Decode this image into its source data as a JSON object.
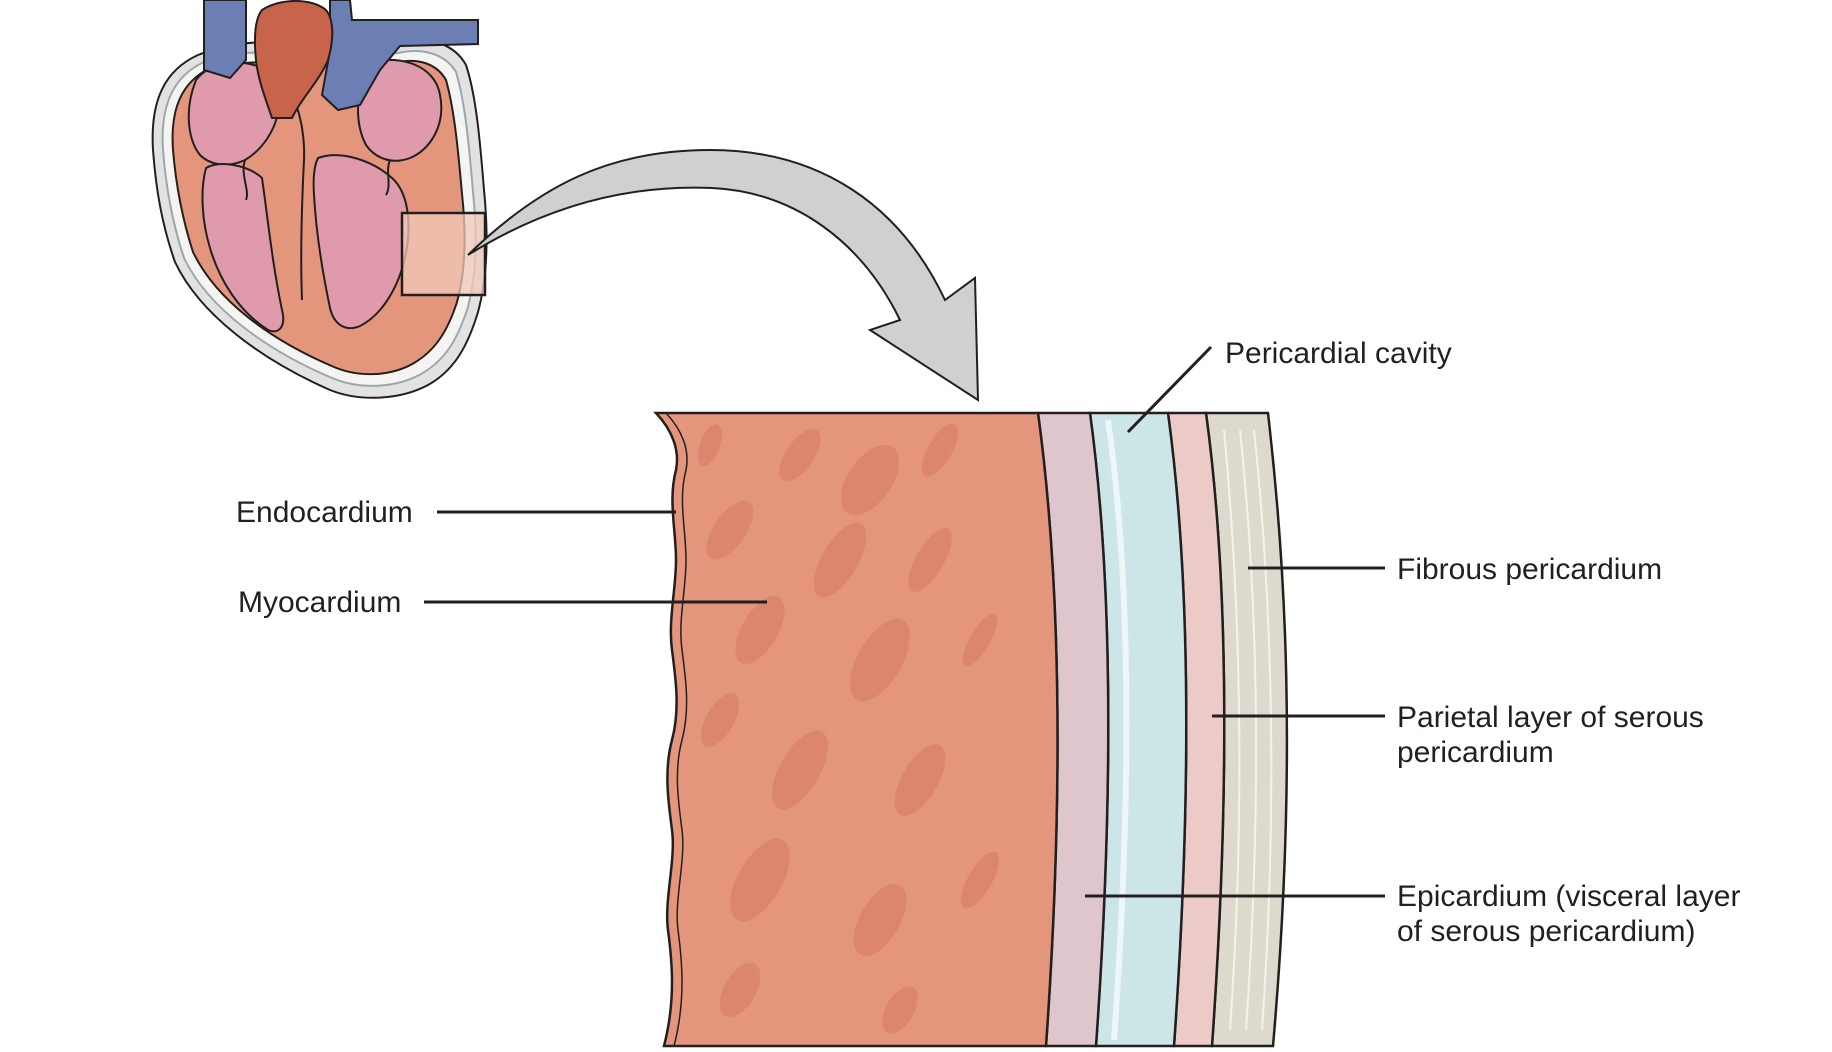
{
  "labels": {
    "pericardial_cavity": "Pericardial cavity",
    "endocardium": "Endocardium",
    "myocardium": "Myocardium",
    "fibrous_pericardium": "Fibrous pericardium",
    "parietal_line1": "Parietal layer of serous",
    "parietal_line2": "pericardium",
    "epicardium_line1": "Epicardium (visceral layer",
    "epicardium_line2": "of serous pericardium)"
  },
  "colors": {
    "myocardium": "#e4967d",
    "myocardium_fibers": "#dc8670",
    "epicardium": "#dfc6cc",
    "pericardial_cavity": "#cce5e6",
    "parietal_layer": "#eccac7",
    "fibrous_pericardium": "#ddd9cc",
    "heart_chamber": "#df9bab",
    "vein": "#6b7fb5",
    "aorta": "#c8644a",
    "arrow": "#cfd0d2",
    "outline": "#231f20"
  },
  "icons": {
    "heart": "heart-cross-section-icon",
    "arrow": "curved-arrow-icon",
    "zoom_box": "zoom-box-icon"
  }
}
